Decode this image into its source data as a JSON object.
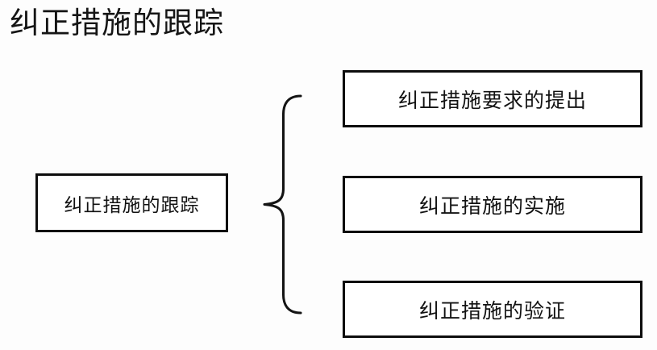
{
  "page": {
    "title": "纠正措施的跟踪",
    "background_color": "#fdfdfd",
    "line_color": "#0d0d0d",
    "text_color": "#121212"
  },
  "diagram": {
    "type": "brace-breakdown",
    "source": {
      "label": "纠正措施的跟踪"
    },
    "connector": {
      "icon": "left-curly-brace",
      "orientation": "opens-right"
    },
    "branches": [
      {
        "label": "纠正措施要求的提出"
      },
      {
        "label": "纠正措施的实施"
      },
      {
        "label": "纠正措施的验证"
      }
    ]
  }
}
